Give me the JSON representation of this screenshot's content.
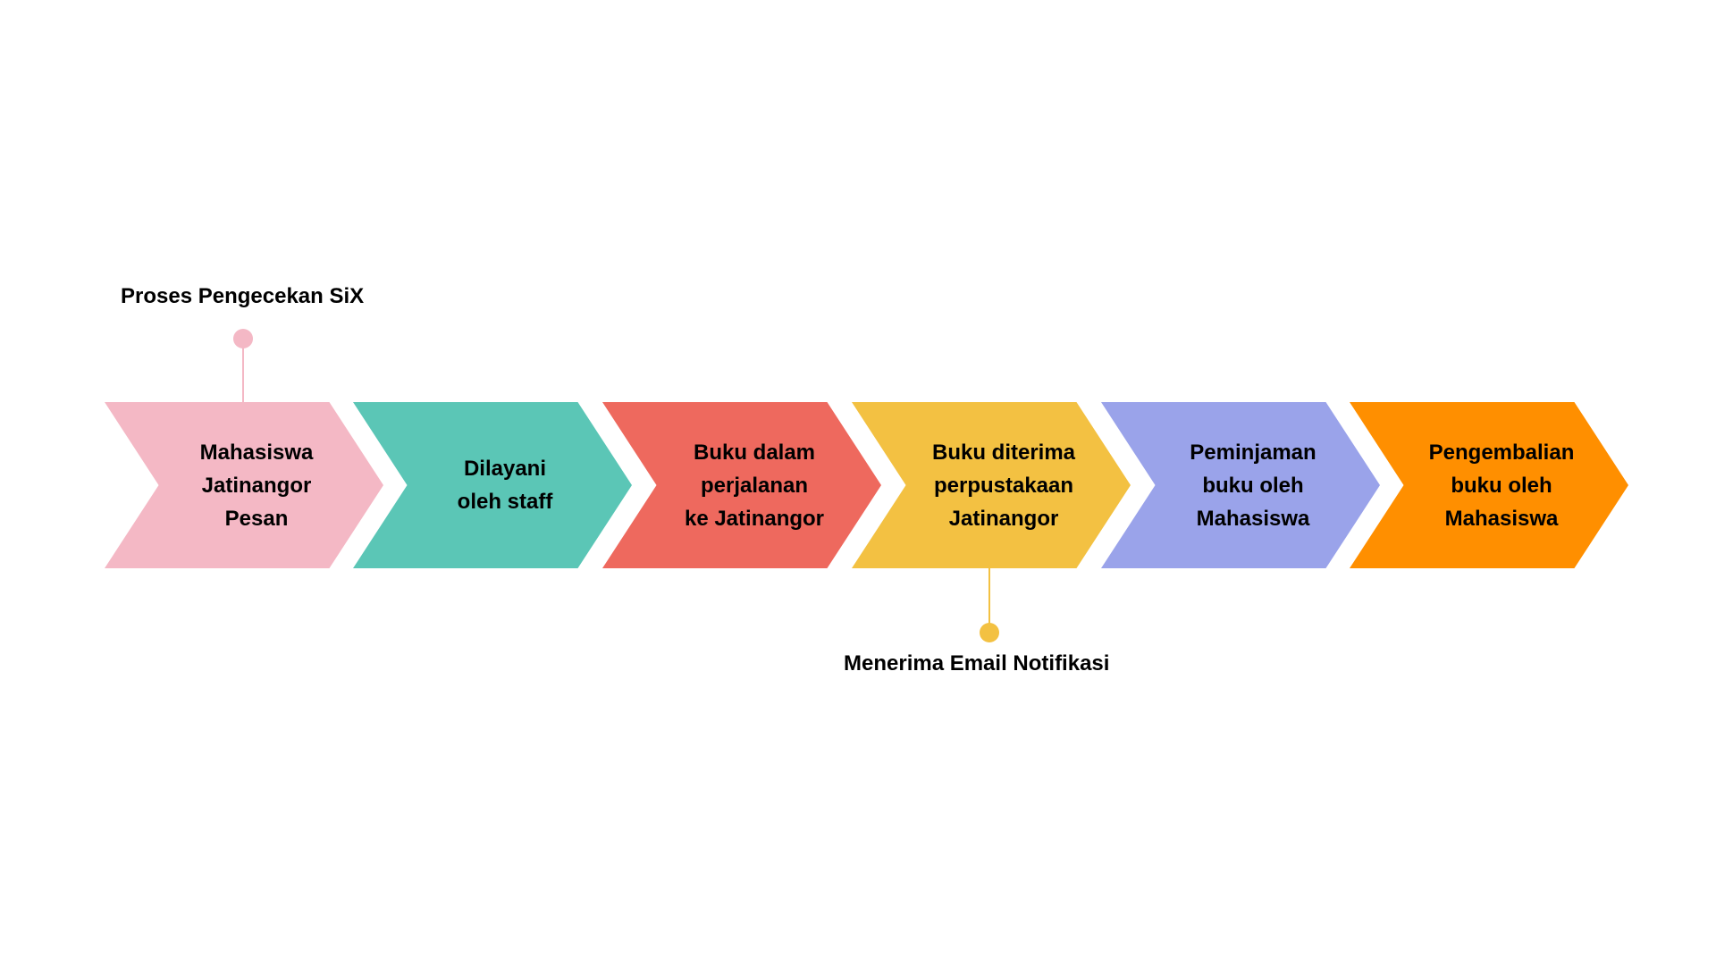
{
  "steps": [
    {
      "label": "Mahasiswa\nJatinangor\nPesan",
      "color": "#F4B8C5"
    },
    {
      "label": "Dilayani\noleh staff",
      "color": "#5BC6B6"
    },
    {
      "label": "Buku dalam\nperjalanan\nke Jatinangor",
      "color": "#EE695E"
    },
    {
      "label": "Buku diterima\nperpustakaan\nJatinangor",
      "color": "#F3C142"
    },
    {
      "label": "Peminjaman\nbuku oleh\nMahasiswa",
      "color": "#9AA3EA"
    },
    {
      "label": "Pengembalian\nbuku oleh\nMahasiswa",
      "color": "#FF8F00"
    }
  ],
  "callouts": {
    "top": {
      "text": "Proses Pengecekan SiX",
      "color": "#F4B8C5"
    },
    "bottom": {
      "text": "Menerima Email Notifikasi",
      "color": "#F3C142"
    }
  }
}
